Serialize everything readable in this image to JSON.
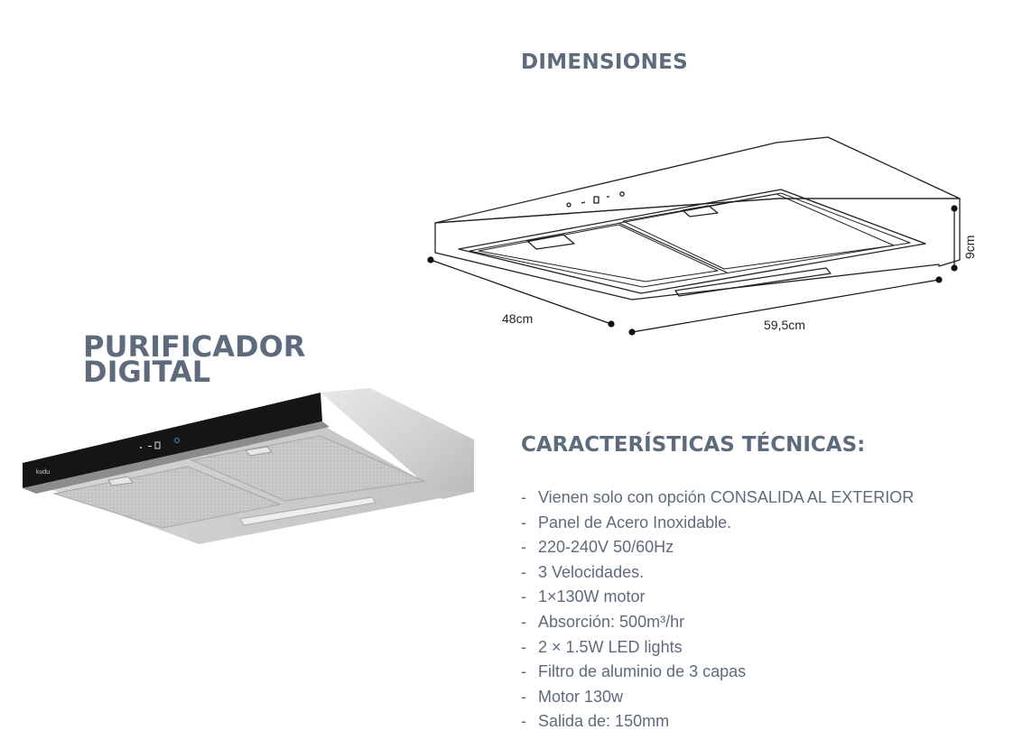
{
  "dimensions": {
    "title": "DIMENSIONES",
    "depth": "48cm",
    "width": "59,5cm",
    "height": "9cm"
  },
  "product": {
    "title_line1": "PURIFICADOR",
    "title_line2": "DIGITAL",
    "brand_label": "kudu"
  },
  "specs": {
    "title": "CARACTERÍSTICAS TÉCNICAS:",
    "bullet": "-",
    "items": [
      "Vienen solo con opción CONSALIDA AL EXTERIOR",
      "Panel de Acero Inoxidable.",
      "220-240V 50/60Hz",
      "3 Velocidades.",
      "1×130W motor",
      "Absorción: 500m³/hr",
      "2 × 1.5W LED lights",
      "Filtro de aluminio de 3 capas",
      "Motor 130w",
      "Salida de: 150mm"
    ]
  },
  "colors": {
    "heading": "#5e6b7c",
    "text": "#5e6b7c"
  }
}
